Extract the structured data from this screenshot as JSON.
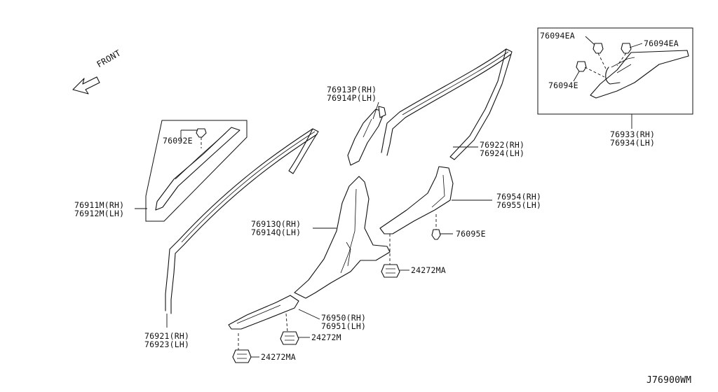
{
  "diagram": {
    "drawing_code": "J76900WM",
    "front_indicator": "FRONT",
    "callouts": {
      "p76094EA_left": "76094EA",
      "p76094EA_right": "76094EA",
      "p76094E": "76094E",
      "p76933": "76933(RH)",
      "p76934": "76934(LH)",
      "p76913P": "76913P(RH)",
      "p76914P": "76914P(LH)",
      "p76922": "76922(RH)",
      "p76924": "76924(LH)",
      "p76092E": "76092E",
      "p76911M": "76911M(RH)",
      "p76912M": "76912M(LH)",
      "p76954": "76954(RH)",
      "p76955": "76955(LH)",
      "p76913Q": "76913Q(RH)",
      "p76914Q": "76914Q(LH)",
      "p76095E": "76095E",
      "p24272MA_right": "24272MA",
      "p76950": "76950(RH)",
      "p76951": "76951(LH)",
      "p24272M": "24272M",
      "p24272MA_bottom": "24272MA",
      "p76921": "76921(RH)",
      "p76923": "76923(LH)"
    }
  }
}
